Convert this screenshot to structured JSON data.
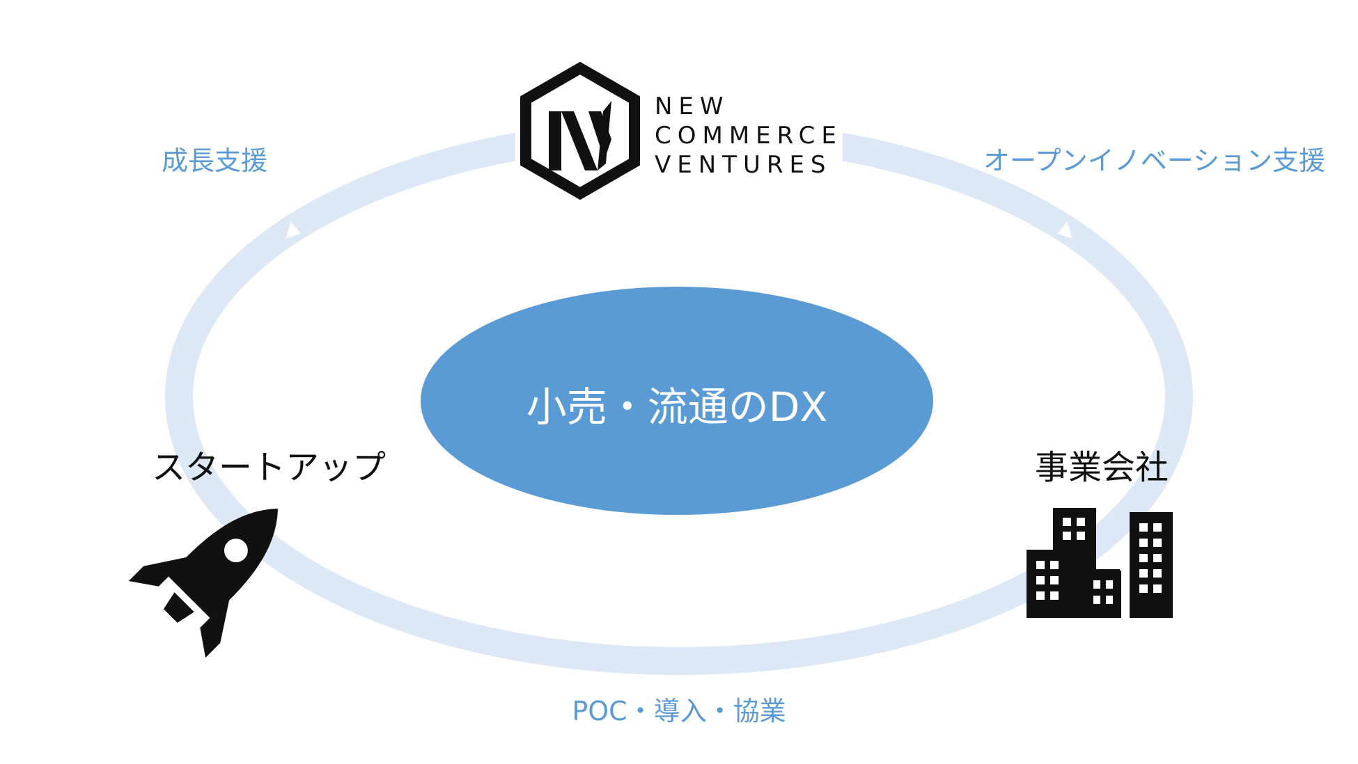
{
  "diagram": {
    "center": {
      "title": "小売・流通のDX"
    },
    "cycle_labels": {
      "growth_support": "成長支援",
      "open_innovation_support": "オープンイノベーション支援",
      "poc": "POC・導入・協業"
    },
    "entities": {
      "startup": {
        "label": "スタートアップ",
        "icon": "rocket-icon"
      },
      "company": {
        "label": "事業会社",
        "icon": "buildings-icon"
      }
    },
    "logo": {
      "icon": "ncv-hexagon-logo",
      "line1": "NEW",
      "line2": "COMMERCE",
      "line3": "VENTURES"
    }
  },
  "colors": {
    "center_fill": "#5b9bd5",
    "ring": "#dce8f5",
    "label_blue": "#5b9bd5",
    "text_dark": "#111111"
  }
}
